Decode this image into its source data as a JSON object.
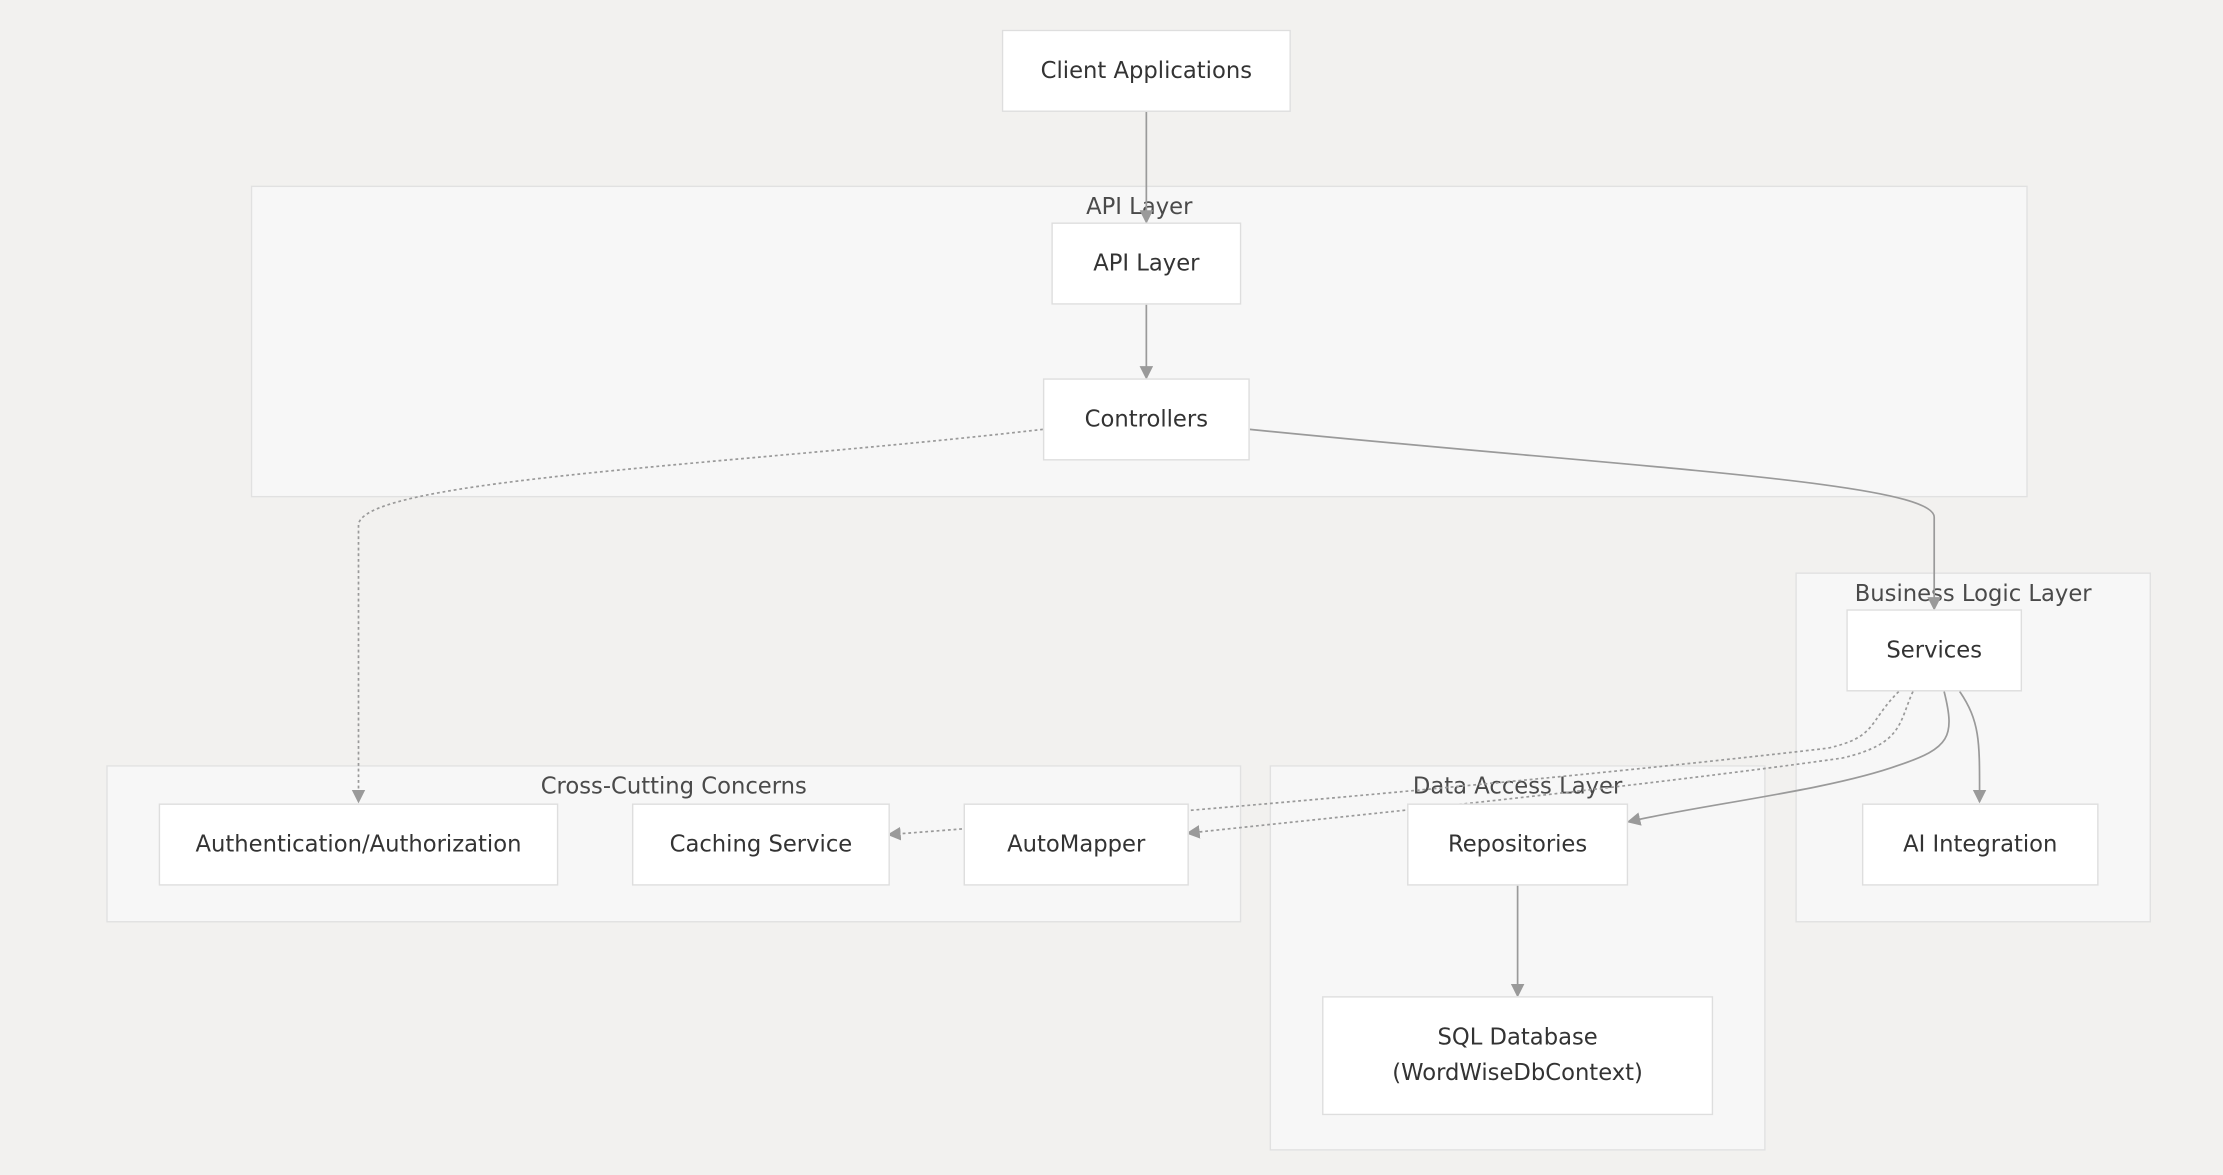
{
  "groups": {
    "api": {
      "label": "API Layer"
    },
    "business": {
      "label": "Business Logic Layer"
    },
    "cross": {
      "label": "Cross-Cutting Concerns"
    },
    "data_access": {
      "label": "Data Access Layer"
    }
  },
  "nodes": {
    "client": {
      "label": "Client Applications"
    },
    "api_layer": {
      "label": "API Layer"
    },
    "controllers": {
      "label": "Controllers"
    },
    "services": {
      "label": "Services"
    },
    "auth": {
      "label": "Authentication/Authorization"
    },
    "caching": {
      "label": "Caching Service"
    },
    "automapper": {
      "label": "AutoMapper"
    },
    "repositories": {
      "label": "Repositories"
    },
    "ai": {
      "label": "AI Integration"
    },
    "sql_db": {
      "line1": "SQL Database",
      "line2": "(WordWiseDbContext)"
    }
  },
  "colors": {
    "background": "#f2f1ef",
    "group_fill": "#f7f7f7",
    "node_fill": "#ffffff",
    "edge": "#9a9a9a"
  }
}
